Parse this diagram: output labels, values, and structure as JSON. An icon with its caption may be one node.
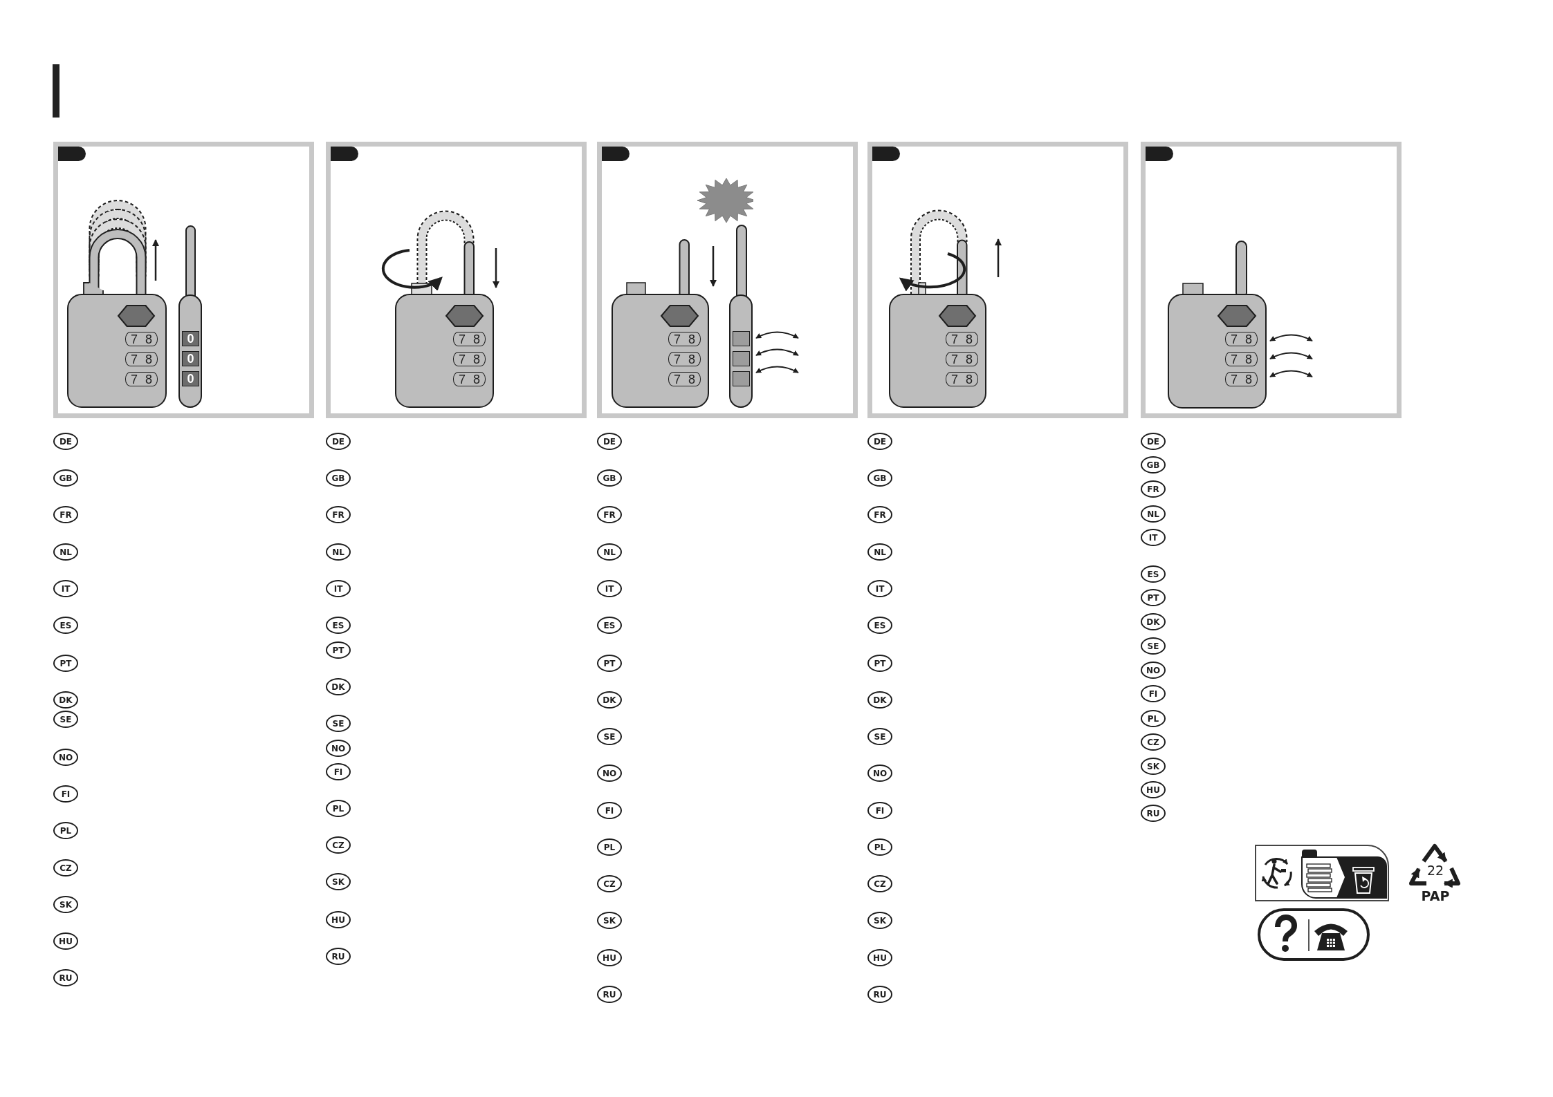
{
  "diagram": {
    "nodes": [
      {
        "text": [],
        "shape": "box"
      },
      {
        "text": [
          "7 8"
        ],
        "in": 0
      },
      {
        "text": [
          "7 8"
        ],
        "in": 0
      },
      {
        "text": [
          "7 8"
        ],
        "in": 0
      },
      {
        "text": [
          "0"
        ],
        "in": 0
      },
      {
        "text": [
          "0"
        ],
        "in": 0
      },
      {
        "text": [
          "0"
        ],
        "in": 0
      },
      {
        "text": [],
        "shape": "box"
      },
      {
        "text": [
          "7 8"
        ],
        "in": 7
      },
      {
        "text": [
          "7 8"
        ],
        "in": 7
      },
      {
        "text": [
          "7 8"
        ],
        "in": 7
      },
      {
        "text": [],
        "shape": "box"
      },
      {
        "text": [
          "7 8"
        ],
        "in": 11
      },
      {
        "text": [
          "7 8"
        ],
        "in": 11
      },
      {
        "text": [
          "7 8"
        ],
        "in": 11
      },
      {
        "text": [],
        "shape": "box",
        "in": 11
      },
      {
        "text": [],
        "shape": "box",
        "in": 11
      },
      {
        "text": [],
        "shape": "box",
        "in": 11
      },
      {
        "text": [],
        "shape": "box"
      },
      {
        "text": [
          "7 8"
        ],
        "in": 18
      },
      {
        "text": [
          "7 8"
        ],
        "in": 18
      },
      {
        "text": [
          "7 8"
        ],
        "in": 18
      },
      {
        "text": [],
        "shape": "box"
      },
      {
        "text": [
          "7 8"
        ],
        "in": 22
      },
      {
        "text": [
          "7 8"
        ],
        "in": 22
      },
      {
        "text": [
          "7 8"
        ],
        "in": 22
      },
      {
        "text": [
          "DE"
        ]
      },
      {
        "text": [
          "GB"
        ]
      },
      {
        "text": [
          "FR"
        ]
      },
      {
        "text": [
          "NL"
        ]
      },
      {
        "text": [
          "IT"
        ]
      },
      {
        "text": [
          "ES"
        ]
      },
      {
        "text": [
          "PT"
        ]
      },
      {
        "text": [
          "DK"
        ]
      },
      {
        "text": [
          "SE"
        ]
      },
      {
        "text": [
          "NO"
        ]
      },
      {
        "text": [
          "FI"
        ]
      },
      {
        "text": [
          "PL"
        ]
      },
      {
        "text": [
          "CZ"
        ]
      },
      {
        "text": [
          "SK"
        ]
      },
      {
        "text": [
          "HU"
        ]
      },
      {
        "text": [
          "RU"
        ]
      },
      {
        "text": [
          "DE"
        ]
      },
      {
        "text": [
          "GB"
        ]
      },
      {
        "text": [
          "FR"
        ]
      },
      {
        "text": [
          "NL"
        ]
      },
      {
        "text": [
          "IT"
        ]
      },
      {
        "text": [
          "ES"
        ]
      },
      {
        "text": [
          "PT"
        ]
      },
      {
        "text": [
          "DK"
        ]
      },
      {
        "text": [
          "SE"
        ]
      },
      {
        "text": [
          "NO"
        ]
      },
      {
        "text": [
          "FI"
        ]
      },
      {
        "text": [
          "PL"
        ]
      },
      {
        "text": [
          "CZ"
        ]
      },
      {
        "text": [
          "SK"
        ]
      },
      {
        "text": [
          "HU"
        ]
      },
      {
        "text": [
          "RU"
        ]
      },
      {
        "text": [
          "DE"
        ]
      },
      {
        "text": [
          "GB"
        ]
      },
      {
        "text": [
          "FR"
        ]
      },
      {
        "text": [
          "NL"
        ]
      },
      {
        "text": [
          "IT"
        ]
      },
      {
        "text": [
          "ES"
        ]
      },
      {
        "text": [
          "PT"
        ]
      },
      {
        "text": [
          "DK"
        ]
      },
      {
        "text": [
          "SE"
        ]
      },
      {
        "text": [
          "NO"
        ]
      },
      {
        "text": [
          "FI"
        ]
      },
      {
        "text": [
          "PL"
        ]
      },
      {
        "text": [
          "CZ"
        ]
      },
      {
        "text": [
          "SK"
        ]
      },
      {
        "text": [
          "HU"
        ]
      },
      {
        "text": [
          "RU"
        ]
      },
      {
        "text": [
          "DE"
        ]
      },
      {
        "text": [
          "GB"
        ]
      },
      {
        "text": [
          "FR"
        ]
      },
      {
        "text": [
          "NL"
        ]
      },
      {
        "text": [
          "IT"
        ]
      },
      {
        "text": [
          "ES"
        ]
      },
      {
        "text": [
          "PT"
        ]
      },
      {
        "text": [
          "DK"
        ]
      },
      {
        "text": [
          "SE"
        ]
      },
      {
        "text": [
          "NO"
        ]
      },
      {
        "text": [
          "FI"
        ]
      },
      {
        "text": [
          "PL"
        ]
      },
      {
        "text": [
          "CZ"
        ]
      },
      {
        "text": [
          "SK"
        ]
      },
      {
        "text": [
          "HU"
        ]
      },
      {
        "text": [
          "RU"
        ]
      },
      {
        "text": [
          "DE"
        ]
      },
      {
        "text": [
          "GB"
        ]
      },
      {
        "text": [
          "FR"
        ]
      },
      {
        "text": [
          "NL"
        ]
      },
      {
        "text": [
          "IT"
        ]
      },
      {
        "text": [
          "ES"
        ]
      },
      {
        "text": [
          "PT"
        ]
      },
      {
        "text": [
          "DK"
        ]
      },
      {
        "text": [
          "SE"
        ]
      },
      {
        "text": [
          "NO"
        ]
      },
      {
        "text": [
          "FI"
        ]
      },
      {
        "text": [
          "PL"
        ]
      },
      {
        "text": [
          "CZ"
        ]
      },
      {
        "text": [
          "SK"
        ]
      },
      {
        "text": [
          "HU"
        ]
      },
      {
        "text": [
          "RU"
        ]
      }
    ],
    "labels": [
      "22",
      "PAP"
    ]
  }
}
